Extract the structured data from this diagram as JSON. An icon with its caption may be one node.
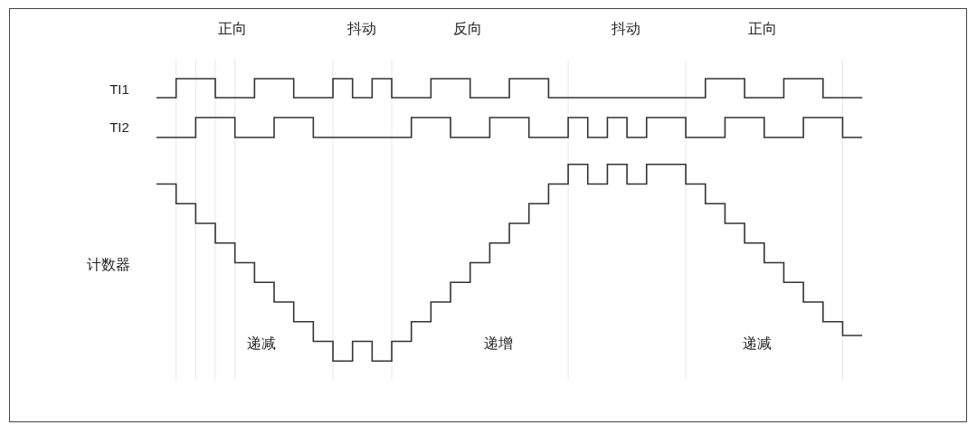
{
  "diagram": {
    "labels": [
      "正向",
      "抖动",
      "反向",
      "抖动",
      "正向",
      "TI1",
      "TI2",
      "计数器",
      "递减",
      "递增",
      "递减"
    ]
  }
}
